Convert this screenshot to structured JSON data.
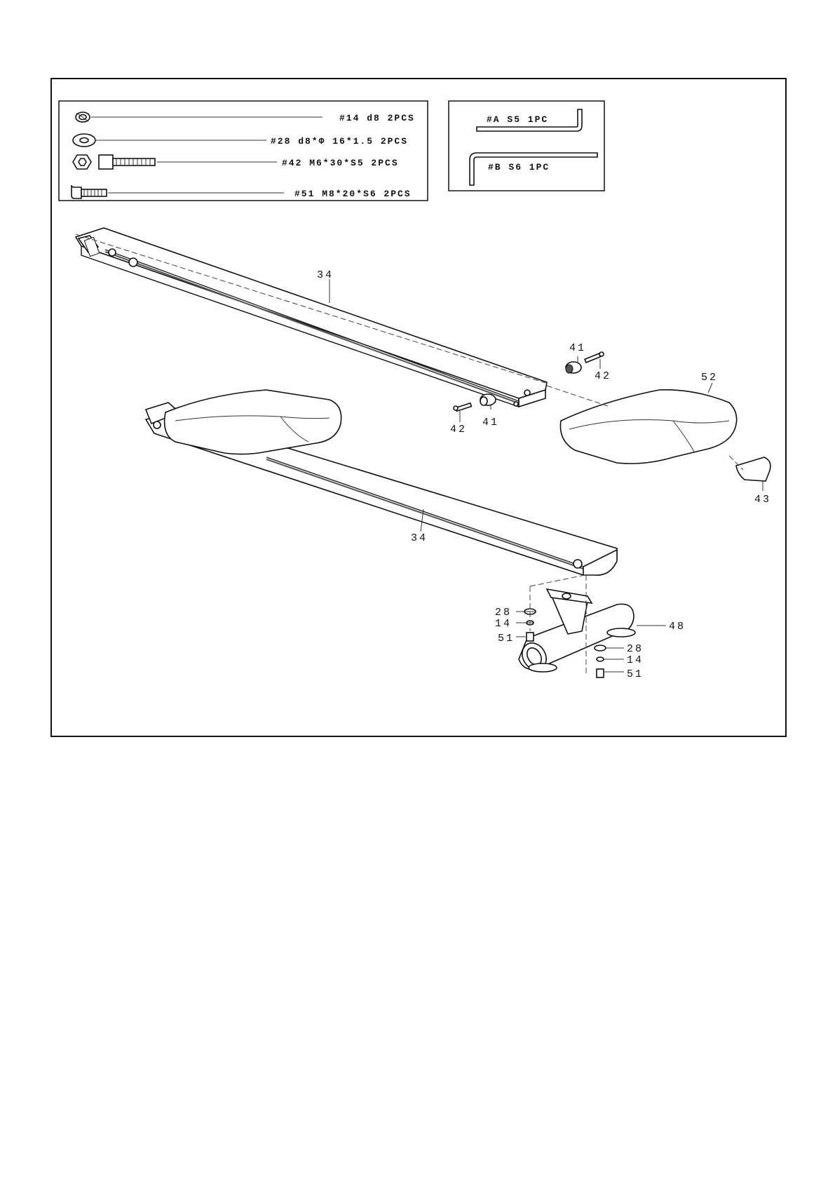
{
  "hardware_box": {
    "items": [
      {
        "icon": "spring-washer-icon",
        "text": "#14  d8  2PCS"
      },
      {
        "icon": "flat-washer-icon",
        "text": "#28  d8*Φ 16*1.5  2PCS"
      },
      {
        "icon": "hex-socket-bolt-icon",
        "text": "#42  M6*30*S5  2PCS"
      },
      {
        "icon": "button-head-bolt-icon",
        "text": "#51  M8*20*S6  2PCS"
      }
    ]
  },
  "tools_box": {
    "items": [
      {
        "icon": "allen-key-icon",
        "text": "#A  S5  1PC"
      },
      {
        "icon": "allen-key-icon",
        "text": "#B  S6  1PC"
      }
    ]
  },
  "callouts": {
    "rail_upper": "34",
    "rail_lower": "34",
    "roller_upper": "41",
    "bolt_upper": "42",
    "roller_lower": "41",
    "bolt_lower": "42",
    "seat": "52",
    "end_cap": "43",
    "stabilizer": "48",
    "washer_left": "28",
    "spring_washer_left": "14",
    "bolt_left": "51",
    "washer_right": "28",
    "spring_washer_right": "14",
    "bolt_right": "51"
  }
}
